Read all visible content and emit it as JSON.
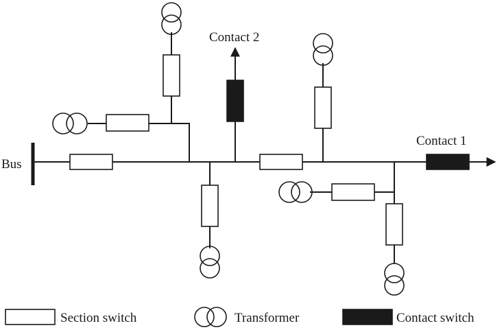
{
  "labels": {
    "bus": "Bus",
    "contact_1": "Contact 1",
    "contact_2": "Contact 2"
  },
  "legend": {
    "section_switch": "Section switch",
    "transformer": "Transformer",
    "contact_switch": "Contact switch"
  },
  "colors": {
    "line": "#1a1a1a",
    "contact_switch_fill": "#1a1a1a",
    "section_switch_fill": "#ffffff"
  }
}
